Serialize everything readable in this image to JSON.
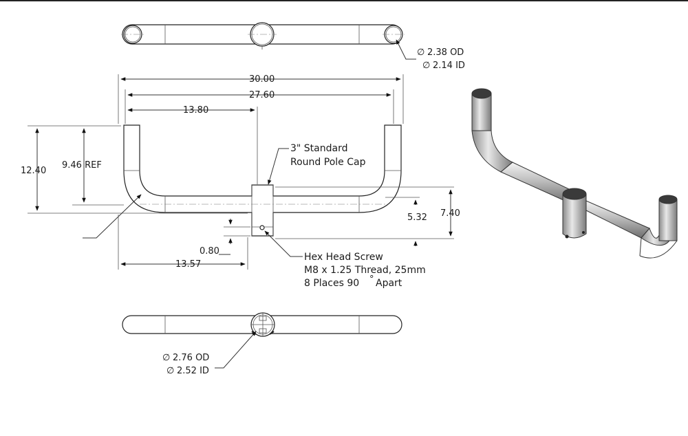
{
  "drawing": {
    "top_view": {
      "arm_od": "2.38 OD",
      "arm_id": "2.14 ID"
    },
    "front_view": {
      "overall_width": "30.00",
      "center_width": "27.60",
      "half_width": "13.80",
      "height_overall": "12.40",
      "height_ref": "9.46 REF",
      "cap_note_line1": "3\" Standard",
      "cap_note_line2": "Round Pole Cap",
      "dim_5_32": "5.32",
      "dim_7_40": "7.40",
      "dim_0_80": "0.80",
      "dim_13_57": "13.57",
      "screw_note_line1": "Hex Head Screw",
      "screw_note_line2": "M8 x 1.25 Thread, 25mm",
      "screw_note_line3": "8 Places 90",
      "screw_note_line3b": "Apart"
    },
    "bottom_view": {
      "hub_od": "2.76 OD",
      "hub_id": "2.52 ID"
    },
    "symbols": {
      "diameter": "∅",
      "degree": "°"
    }
  }
}
